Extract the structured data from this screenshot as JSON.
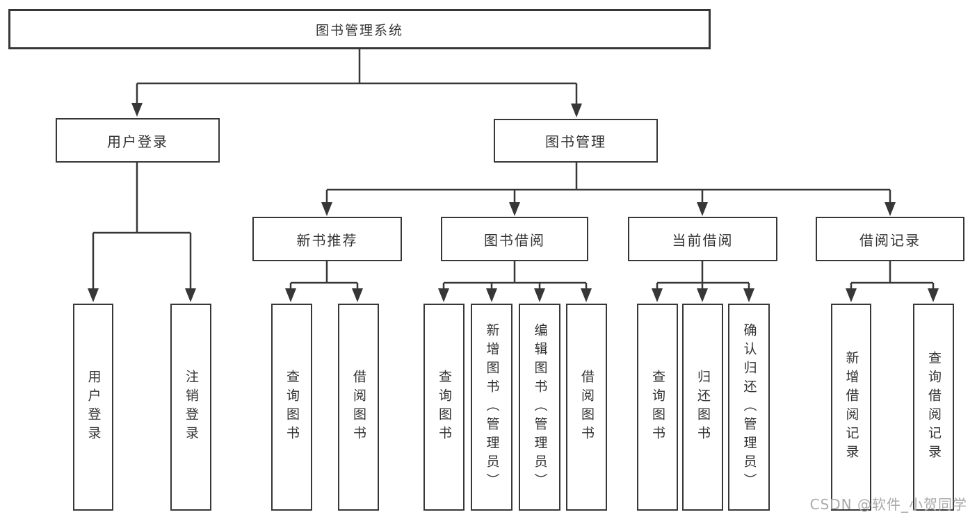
{
  "diagram": {
    "root": {
      "label": "图书管理系统"
    },
    "branches": {
      "user_login": {
        "label": "用户登录",
        "children": {
          "login": "用户登录",
          "logout": "注销登录"
        }
      },
      "book_management": {
        "label": "图书管理",
        "sections": {
          "new_book_recommend": {
            "label": "新书推荐",
            "children": {
              "query_books": "查询图书",
              "borrow_books": "借阅图书"
            }
          },
          "book_borrowing": {
            "label": "图书借阅",
            "children": {
              "query_books": "查询图书",
              "add_books": "新增图书（管理员）",
              "edit_books": "编辑图书（管理员）",
              "borrow_books": "借阅图书"
            }
          },
          "current_borrowing": {
            "label": "当前借阅",
            "children": {
              "query_books": "查询图书",
              "return_books": "归还图书",
              "confirm_return": "确认归还（管理员）"
            }
          },
          "borrowing_records": {
            "label": "借阅记录",
            "children": {
              "add_record": "新增借阅记录",
              "query_record": "查询借阅记录"
            }
          }
        }
      }
    }
  },
  "watermark": "CSDN @软件_小贺同学",
  "colors": {
    "line": "#373737",
    "box_border": "#373737",
    "text": "#333333",
    "watermark_text": "#a9a9a9",
    "background": "#ffffff"
  }
}
